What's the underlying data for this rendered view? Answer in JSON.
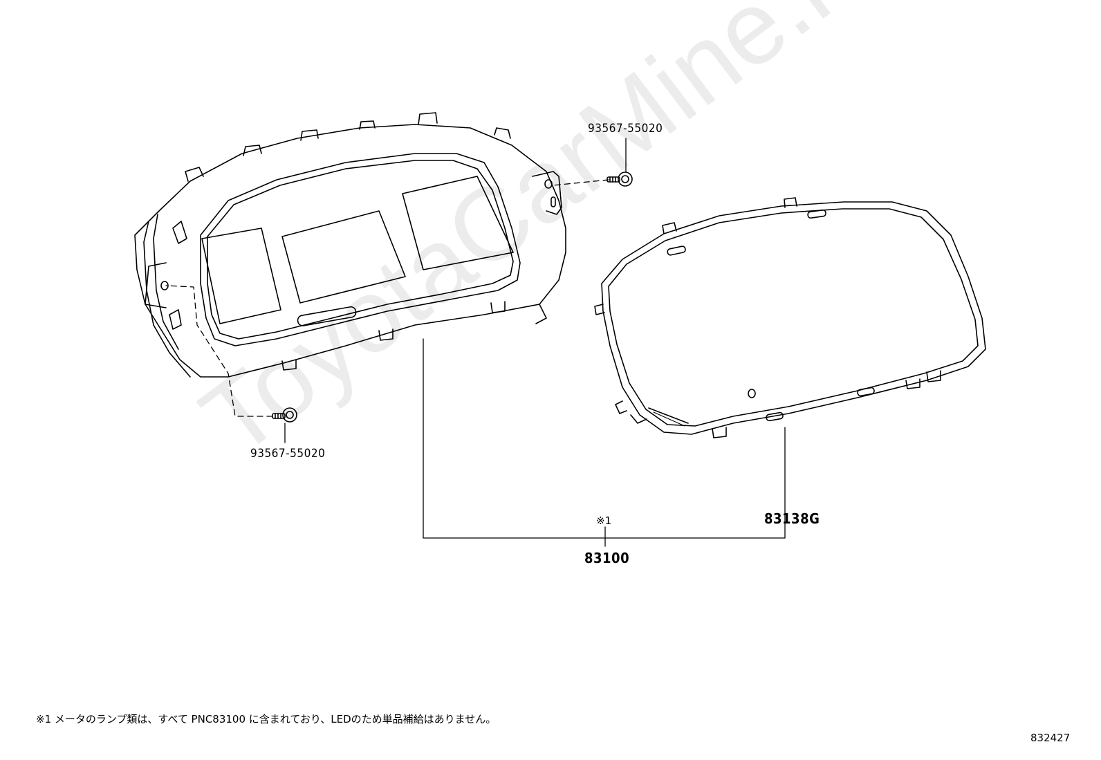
{
  "watermark": "ToyotaCarMine.ru",
  "labels": {
    "screw_top": "93567-55020",
    "screw_bottom": "93567-55020",
    "cover": "83138G",
    "meter_assembly": "83100",
    "note_mark": "※1"
  },
  "footnote": "※1 メータのランプ類は、すべて PNC83100 に含まれており、LEDのため単品補給はありません。",
  "illustration_id": "832427"
}
